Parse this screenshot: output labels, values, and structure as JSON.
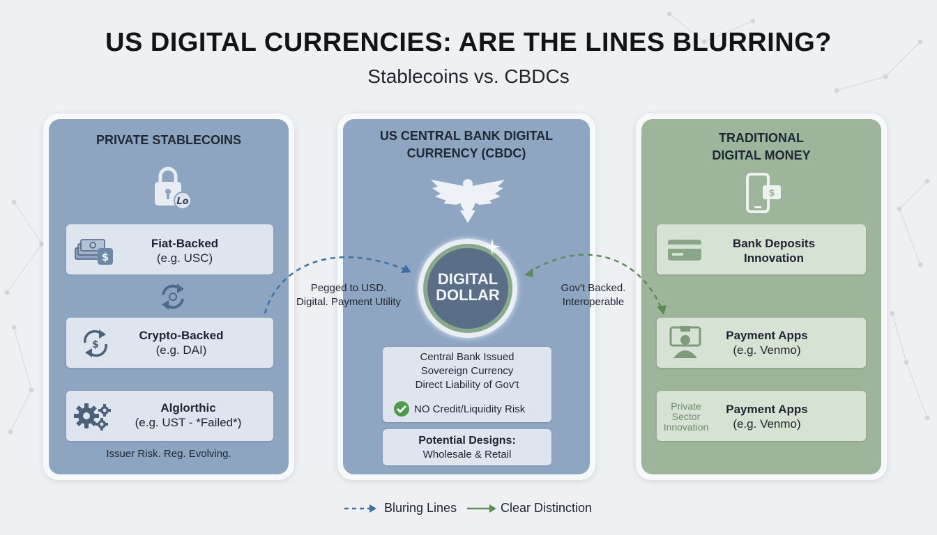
{
  "header": {
    "title": "US DIGITAL CURRENCIES: ARE THE LINES BLURRING?",
    "subtitle": "Stablecoins vs. CBDCs"
  },
  "left_panel": {
    "title": "PRIVATE STABLECOINS",
    "icon": "lock-icon",
    "cards": [
      {
        "line1": "Fiat-Backed",
        "line2": "(e.g. USC)",
        "icon": "cash-stack-icon"
      },
      {
        "line1": "Crypto-Backed",
        "line2": "(e.g. DAI)",
        "icon": "crypto-cycle-icon"
      },
      {
        "line1": "Alglorthic",
        "line2": "(e.g. UST - *Failed*)",
        "icon": "gears-icon"
      }
    ],
    "exchange_icon": "exchange-arrows-icon",
    "footer": "Issuer Risk. Reg. Evolving."
  },
  "center_panel": {
    "title_line1": "US CENTRAL BANK DIGITAL",
    "title_line2": "CURRENCY (CBDC)",
    "emblem": "eagle-icon",
    "coin_line1": "DIGITAL",
    "coin_line2": "DOLLAR",
    "info": {
      "line1": "Central Bank Issued",
      "line2": "Sovereign Currency",
      "line3": "Direct Liability of Gov't",
      "check": "NO Credit/Liquidity Risk"
    },
    "designs": {
      "title": "Potential Designs:",
      "value": "Wholesale & Retail"
    }
  },
  "right_panel": {
    "title_line1": "TRADITIONAL",
    "title_line2": "DIGITAL MONEY",
    "icon": "mobile-payment-icon",
    "cards": [
      {
        "line1": "Bank Deposits",
        "line2": "Innovation",
        "icon": "credit-card-icon"
      },
      {
        "line1": "Payment Apps",
        "line2": "(e.g. Venmo)",
        "icon": "payment-app-icon"
      },
      {
        "line1": "Payment Apps",
        "line2": "(e.g. Venmo)",
        "side_line1": "Private",
        "side_line2": "Sector",
        "side_line3": "Innovation"
      }
    ]
  },
  "connectors": {
    "left_label_line1": "Pegged to USD.",
    "left_label_line2": "Digital. Payment Utility",
    "right_label_line1": "Gov't Backed.",
    "right_label_line2": "Interoperable"
  },
  "legend": {
    "dashed": "Bluring Lines",
    "solid": "Clear Distinction"
  },
  "colors": {
    "blue_panel": "#8ea5c2",
    "green_panel": "#9db59a",
    "dashed_blue": "#3e6fa3",
    "dashed_green": "#5e8a5a",
    "check_green": "#4f9a4f"
  }
}
